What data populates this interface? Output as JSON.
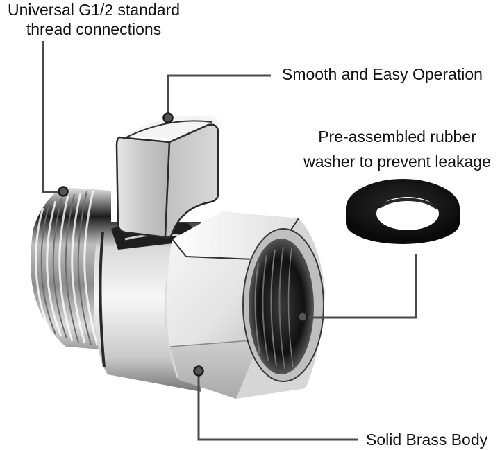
{
  "labels": {
    "thread": {
      "line1": "Universal G1/2 standard",
      "line2": "thread connections"
    },
    "operation": {
      "text": "Smooth and Easy Operation"
    },
    "washer": {
      "line1": "Pre-assembled rubber",
      "line2": "washer to prevent leakage"
    },
    "body": {
      "text": "Solid Brass Body"
    }
  },
  "colors": {
    "leader_line": "#4a4a4a",
    "dot_fill": "#555555",
    "dot_stroke": "#1a1a1a",
    "chrome_light": "#f2f2f2",
    "chrome_mid": "#b8b8b8",
    "chrome_dark": "#2a2a2a",
    "washer": "#141414"
  },
  "components": [
    "shut-off valve",
    "male thread end",
    "square handle",
    "hex female nut",
    "rubber washer"
  ]
}
